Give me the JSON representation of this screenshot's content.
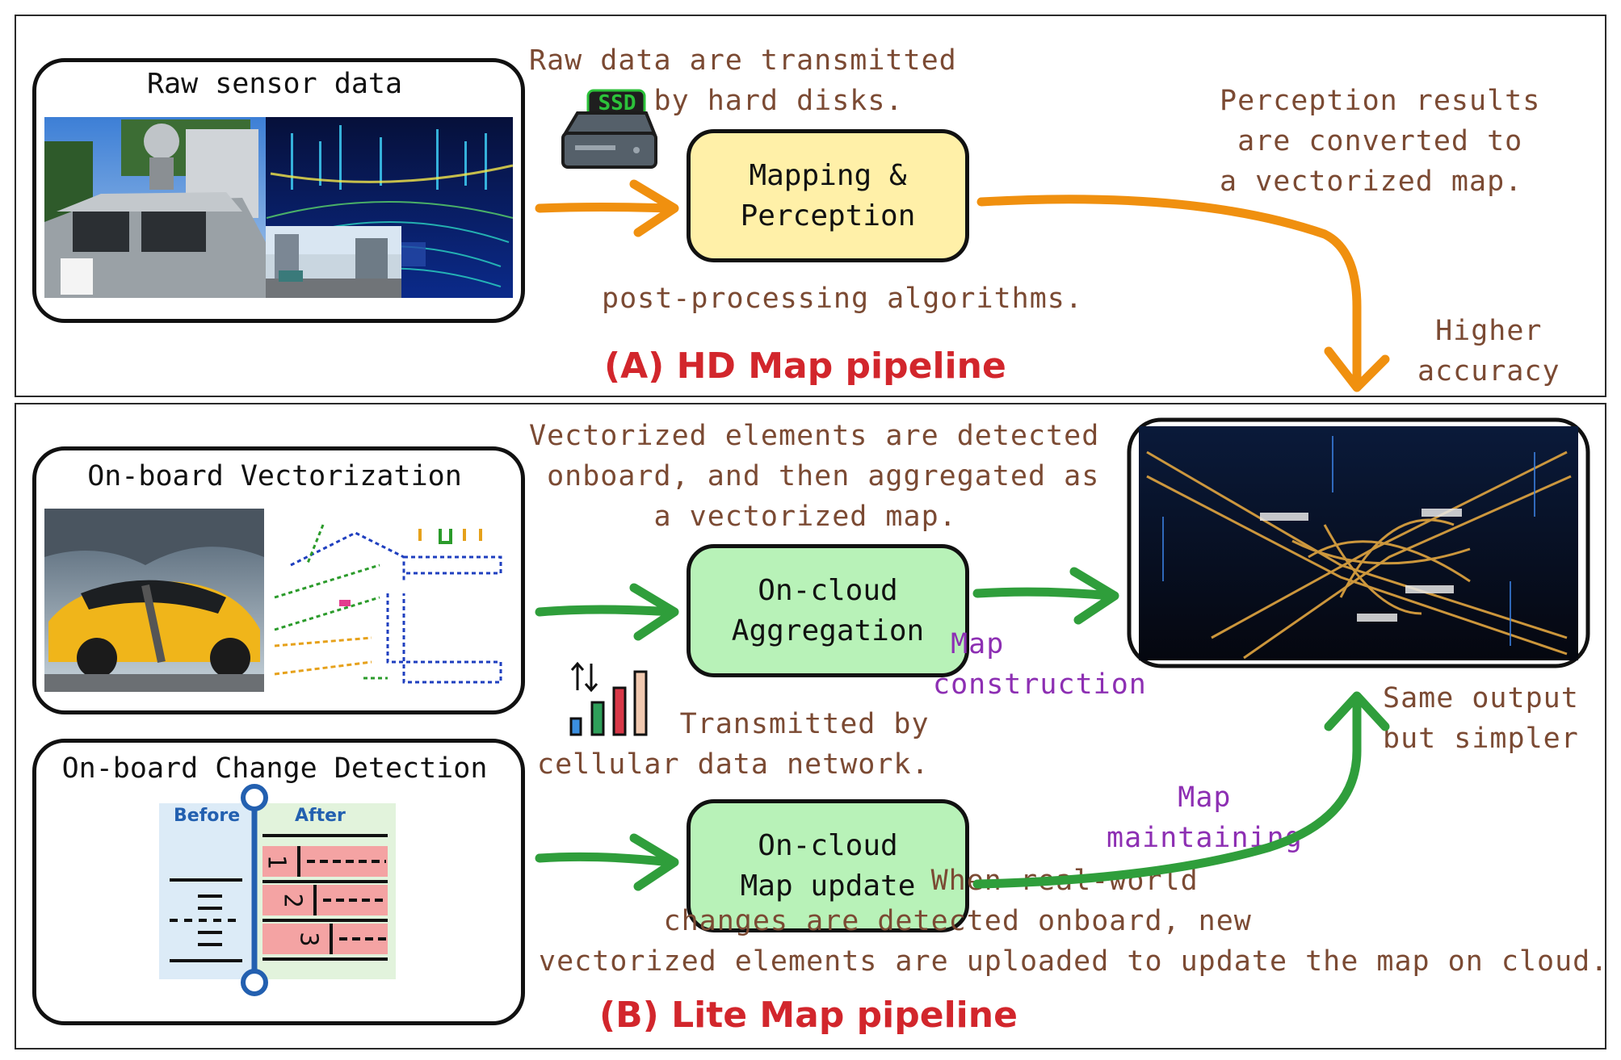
{
  "panel_a": {
    "title": "(A) HD Map pipeline",
    "raw_box_label": "Raw sensor data",
    "ssd_label": "SSD",
    "note_transmit": "Raw data are transmitted\n       by hard disks.",
    "process_label": "Mapping &\nPerception",
    "note_postprocess": "post-processing algorithms.",
    "note_perception": "Perception results\n are converted to\na vectorized map.",
    "note_accuracy": " Higher\naccuracy"
  },
  "panel_b": {
    "title": "(B) Lite Map pipeline",
    "vectorization_label": "On-board Vectorization",
    "change_label": "On-board Change Detection",
    "change_before": "Before",
    "change_after": "After",
    "lane_numbers": [
      "1",
      "2",
      "3"
    ],
    "note_detect": "Vectorized elements are detected\n onboard, and then aggregated as\n       a vectorized map.",
    "aggregation_label": "On-cloud\nAggregation",
    "update_label": "On-cloud\nMap update",
    "note_construction": " Map\nconstruction",
    "note_cellular": "        Transmitted by\ncellular data network.",
    "note_maintaining": "    Map\nmaintaining",
    "note_same_output": "Same output\nbut simpler",
    "note_changes": "                      When real-world\n       changes are detected onboard, new\nvectorized elements are uploaded to update the map on cloud."
  },
  "colors": {
    "orange_arrow": "#f0900f",
    "green_arrow": "#2f9e3b",
    "title_red": "#d2262c",
    "note_brown": "#7b4a33",
    "note_purple": "#8d2fb3",
    "yellow_box": "#fff0a8",
    "green_box": "#b8f2b8"
  },
  "icons": {
    "ssd": "ssd-drive-icon",
    "signal": "signal-bars-icon"
  }
}
